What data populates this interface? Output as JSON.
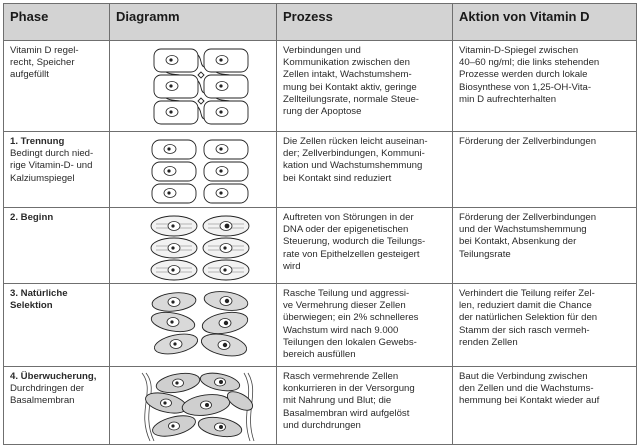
{
  "headers": {
    "phase": "Phase",
    "diagramm": "Diagramm",
    "prozess": "Prozess",
    "aktion": "Aktion von Vitamin D"
  },
  "rows": [
    {
      "phase_title": "",
      "phase_text": "Vitamin D regel-\nrecht, Speicher\naufgefüllt",
      "prozess": "Verbindungen und\nKommunikation zwischen den\nZellen intakt, Wachstumshem-\nmung bei Kontakt aktiv, geringe\nZellteilungsrate, normale Steue-\nrung der Apoptose",
      "aktion": "Vitamin-D-Spiegel zwischen\n40–60 ng/ml; die links stehenden\nProzesse werden durch lokale\nBiosynthese von 1,25-OH-Vita-\nmin D aufrechterhalten"
    },
    {
      "phase_title": "1. Trennung",
      "phase_text": "Bedingt durch nied-\nrige Vitamin-D- und\nKalziumspiegel",
      "prozess": "Die Zellen rücken leicht auseinan-\nder; Zellverbindungen, Kommuni-\nkation und Wachstumshemmung\nbei Kontakt sind reduziert",
      "aktion": "Förderung der Zellverbindungen"
    },
    {
      "phase_title": "2. Beginn",
      "phase_text": "",
      "prozess": "Auftreten von Störungen in der\nDNA oder der epigenetischen\nSteuerung, wodurch die Teilungs-\nrate von Epithelzellen gesteigert\nwird",
      "aktion": "Förderung der Zellverbindungen\nund der Wachstumshemmung\nbei Kontakt, Absenkung der\nTeilungsrate"
    },
    {
      "phase_title": "3. Natürliche\nSelektion",
      "phase_text": "",
      "prozess": "Rasche Teilung und aggressi-\nve Vermehrung dieser Zellen\nüberwiegen; ein 2% schnelleres\nWachstum wird nach 9.000\nTeilungen den lokalen Gewebs-\nbereich ausfüllen",
      "aktion": "Verhindert die Teilung reifer Zel-\nlen, reduziert damit die Chance\nder natürlichen Selektion für den\nStamm der sich rasch vermeh-\nrenden Zellen"
    },
    {
      "phase_title": "4. Überwucherung,",
      "phase_text": "Durchdringen der\nBasalmembran",
      "prozess": "Rasch vermehrende Zellen\nkonkurrieren in der Versorgung\nmit Nahrung und Blut; die\nBasalmembran wird aufgelöst\nund durchdrungen",
      "aktion": "Baut die Verbindung zwischen\nden Zellen und die Wachstums-\nhemmung bei Kontakt wieder auf"
    }
  ]
}
